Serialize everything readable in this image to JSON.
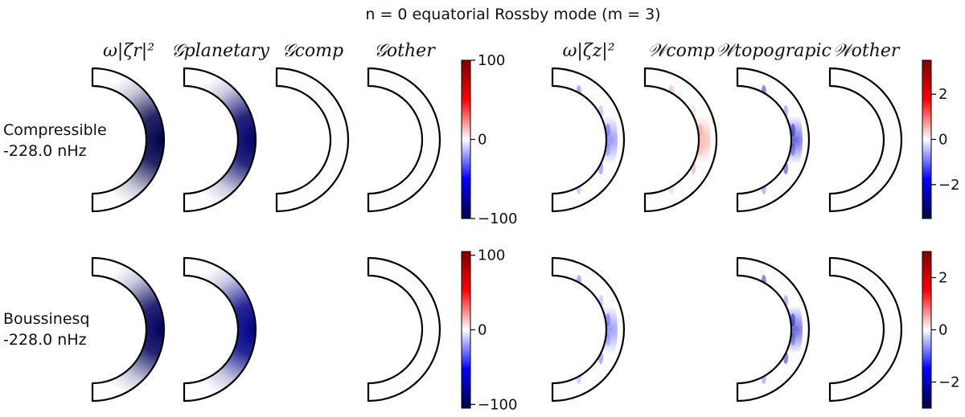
{
  "chart_data": {
    "type": "heatmap",
    "title": "n = 0 equatorial Rossby mode (m = 3)",
    "columns": [
      {
        "key": "omega_zeta_r",
        "label": "ω|ζr|²",
        "group": "G"
      },
      {
        "key": "G_planetary",
        "label": "𝒢planetary",
        "group": "G"
      },
      {
        "key": "G_comp",
        "label": "𝒢comp",
        "group": "G"
      },
      {
        "key": "G_other",
        "label": "𝒢other",
        "group": "G"
      },
      {
        "key": "omega_zeta_z",
        "label": "ω|ζz|²",
        "group": "W"
      },
      {
        "key": "W_comp",
        "label": "𝒲comp",
        "group": "W"
      },
      {
        "key": "W_topograpic",
        "label": "𝒲topograpic",
        "group": "W"
      },
      {
        "key": "W_other",
        "label": "𝒲other",
        "group": "W"
      }
    ],
    "rows": [
      {
        "name": "Compressible",
        "frequency": "-228.0  nHz",
        "panels": {
          "omega_zeta_r": {
            "pattern": "equatorial-strong",
            "amplitude": -100
          },
          "G_planetary": {
            "pattern": "equatorial-strong",
            "amplitude": -92
          },
          "G_comp": {
            "pattern": "none",
            "amplitude": 0
          },
          "G_other": {
            "pattern": "none",
            "amplitude": 0
          },
          "omega_zeta_z": {
            "pattern": "wall-speckle",
            "amplitude": -1.2
          },
          "W_comp": {
            "pattern": "wall-speckle-red",
            "amplitude": 0.8
          },
          "W_topograpic": {
            "pattern": "wall-speckle",
            "amplitude": -2.2
          },
          "W_other": {
            "pattern": "none",
            "amplitude": 0
          }
        },
        "colorbars": {
          "G": {
            "ticks": [
              100,
              0,
              -100
            ],
            "tick_labels": [
              "100",
              "0",
              "−100"
            ],
            "vmin": -100,
            "vmax": 100
          },
          "W": {
            "ticks": [
              2,
              0,
              -2
            ],
            "tick_labels": [
              "2",
              "0",
              "−2"
            ],
            "vmin": -3.5,
            "vmax": 3.5
          }
        }
      },
      {
        "name": "Boussinesq",
        "frequency": "-228.0  nHz",
        "panels": {
          "omega_zeta_r": {
            "pattern": "equatorial-strong",
            "amplitude": -100
          },
          "G_planetary": {
            "pattern": "equatorial-strong",
            "amplitude": -88
          },
          "G_comp": null,
          "G_other": {
            "pattern": "none",
            "amplitude": 0
          },
          "omega_zeta_z": {
            "pattern": "wall-speckle",
            "amplitude": -1.0
          },
          "W_comp": null,
          "W_topograpic": {
            "pattern": "wall-speckle",
            "amplitude": -2.0
          },
          "W_other": {
            "pattern": "none",
            "amplitude": 0
          }
        },
        "colorbars": {
          "G": {
            "ticks": [
              100,
              0,
              -100
            ],
            "tick_labels": [
              "100",
              "0",
              "−100"
            ],
            "vmin": -105,
            "vmax": 105
          },
          "W": {
            "ticks": [
              2,
              0,
              -2
            ],
            "tick_labels": [
              "2",
              "0",
              "−2"
            ],
            "vmin": -3.0,
            "vmax": 3.0
          }
        }
      }
    ],
    "colormap": "seismic",
    "colors": {
      "neg": "#00008b",
      "mid": "#ffffff",
      "pos": "#8b0000"
    }
  }
}
